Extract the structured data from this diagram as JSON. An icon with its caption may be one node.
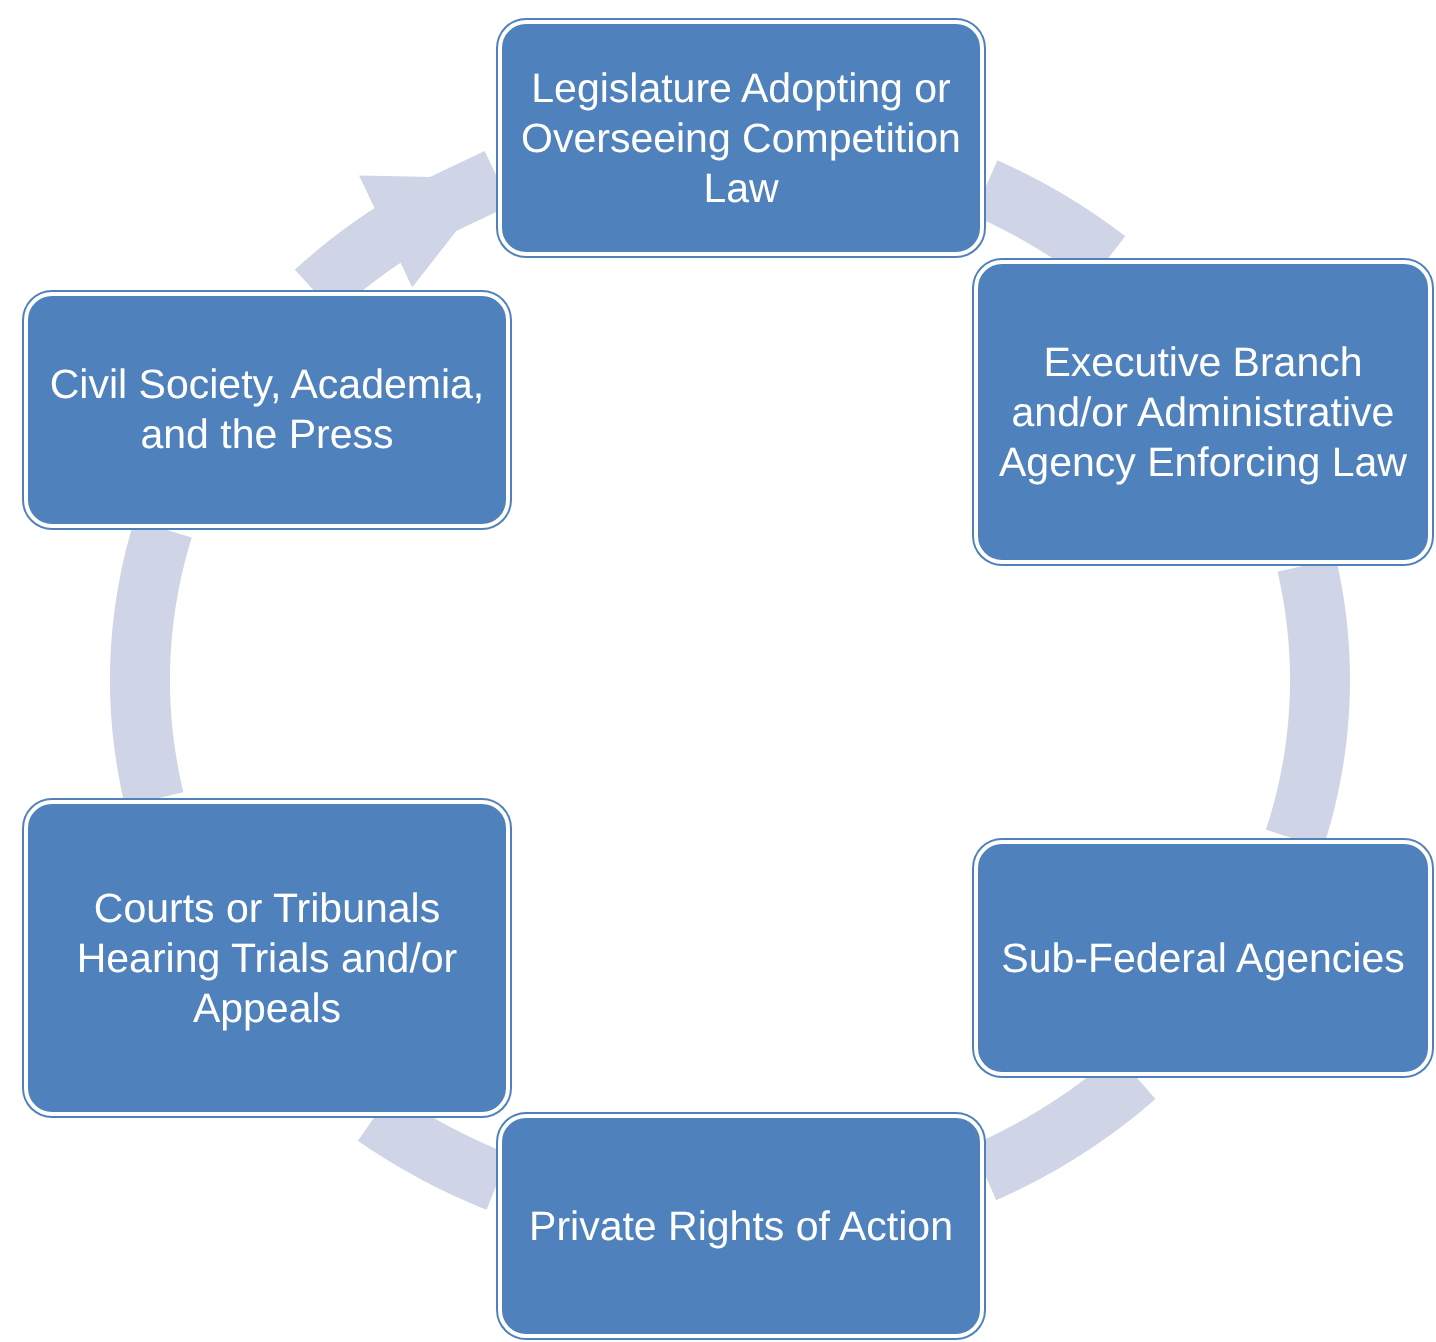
{
  "diagram": {
    "nodes": [
      {
        "text": [
          "Legislature Adopting or Overseeing Competition Law"
        ]
      },
      {
        "text": [
          "Executive Branch and/or Administrative Agency Enforcing Law"
        ]
      },
      {
        "text": [
          "Sub-Federal Agencies"
        ]
      },
      {
        "text": [
          "Private Rights of Action"
        ]
      },
      {
        "text": [
          "Courts or Tribunals Hearing Trials and/or Appeals"
        ]
      },
      {
        "text": [
          "Civil Society, Academia, and the Press"
        ]
      }
    ],
    "edges": [
      {
        "from": 0,
        "to": 1,
        "arrow": "none"
      },
      {
        "from": 1,
        "to": 2,
        "arrow": "none"
      },
      {
        "from": 2,
        "to": 3,
        "arrow": "none"
      },
      {
        "from": 3,
        "to": 4,
        "arrow": "none"
      },
      {
        "from": 4,
        "to": 5,
        "arrow": "none"
      },
      {
        "from": 5,
        "to": 0,
        "arrow": "to"
      }
    ]
  }
}
